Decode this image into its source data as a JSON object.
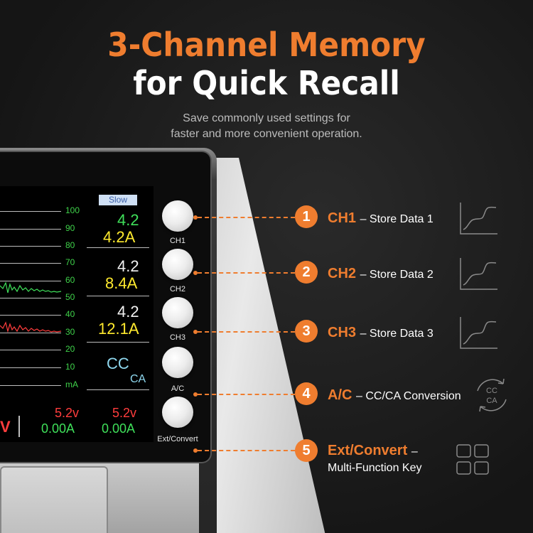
{
  "headline": {
    "line1": "3-Channel Memory",
    "line2": "for Quick Recall",
    "sub1": "Save commonly used settings for",
    "sub2": "faster and more convenient operation."
  },
  "screen": {
    "badge": "Slow",
    "scale": [
      "100",
      "90",
      "80",
      "70",
      "60",
      "50",
      "40",
      "30",
      "20",
      "10",
      "mA"
    ],
    "ch1_voltage": "4.2",
    "ch1_current": "4.2A",
    "ch2_voltage": "4.2",
    "ch2_current": "8.4A",
    "ch3_voltage": "4.2",
    "ch3_current": "12.1A",
    "mode_top": "CC",
    "mode_bottom": "CA",
    "partial_left": "V",
    "out1_voltage": "5.2v",
    "out1_current": "0.00A",
    "out2_voltage": "5.2v",
    "out2_current": "0.00A",
    "colors": {
      "green": "#3fe05a",
      "yellow": "#ffea2e",
      "cyan": "#8fd8ef",
      "red": "#ff3d3d"
    }
  },
  "buttons": [
    {
      "label": "CH1"
    },
    {
      "label": "CH2"
    },
    {
      "label": "CH3"
    },
    {
      "label": "A/C"
    },
    {
      "label": "Ext/Convert"
    }
  ],
  "features": [
    {
      "number": "1",
      "title": "CH1",
      "desc": "– Store Data 1",
      "icon": "curve-chart-icon"
    },
    {
      "number": "2",
      "title": "CH2",
      "desc": "– Store Data 2",
      "icon": "curve-chart-icon"
    },
    {
      "number": "3",
      "title": "CH3",
      "desc": "– Store Data 3",
      "icon": "curve-chart-icon"
    },
    {
      "number": "4",
      "title": "A/C",
      "desc": "– CC/CA Conversion",
      "icon": "cycle-icon",
      "icon_text_top": "CC",
      "icon_text_bottom": "CA"
    },
    {
      "number": "5",
      "title": "Ext/Convert",
      "desc": "–",
      "desc2": "Multi-Function Key",
      "icon": "grid-icon"
    }
  ],
  "accent": "#ef7d2f"
}
